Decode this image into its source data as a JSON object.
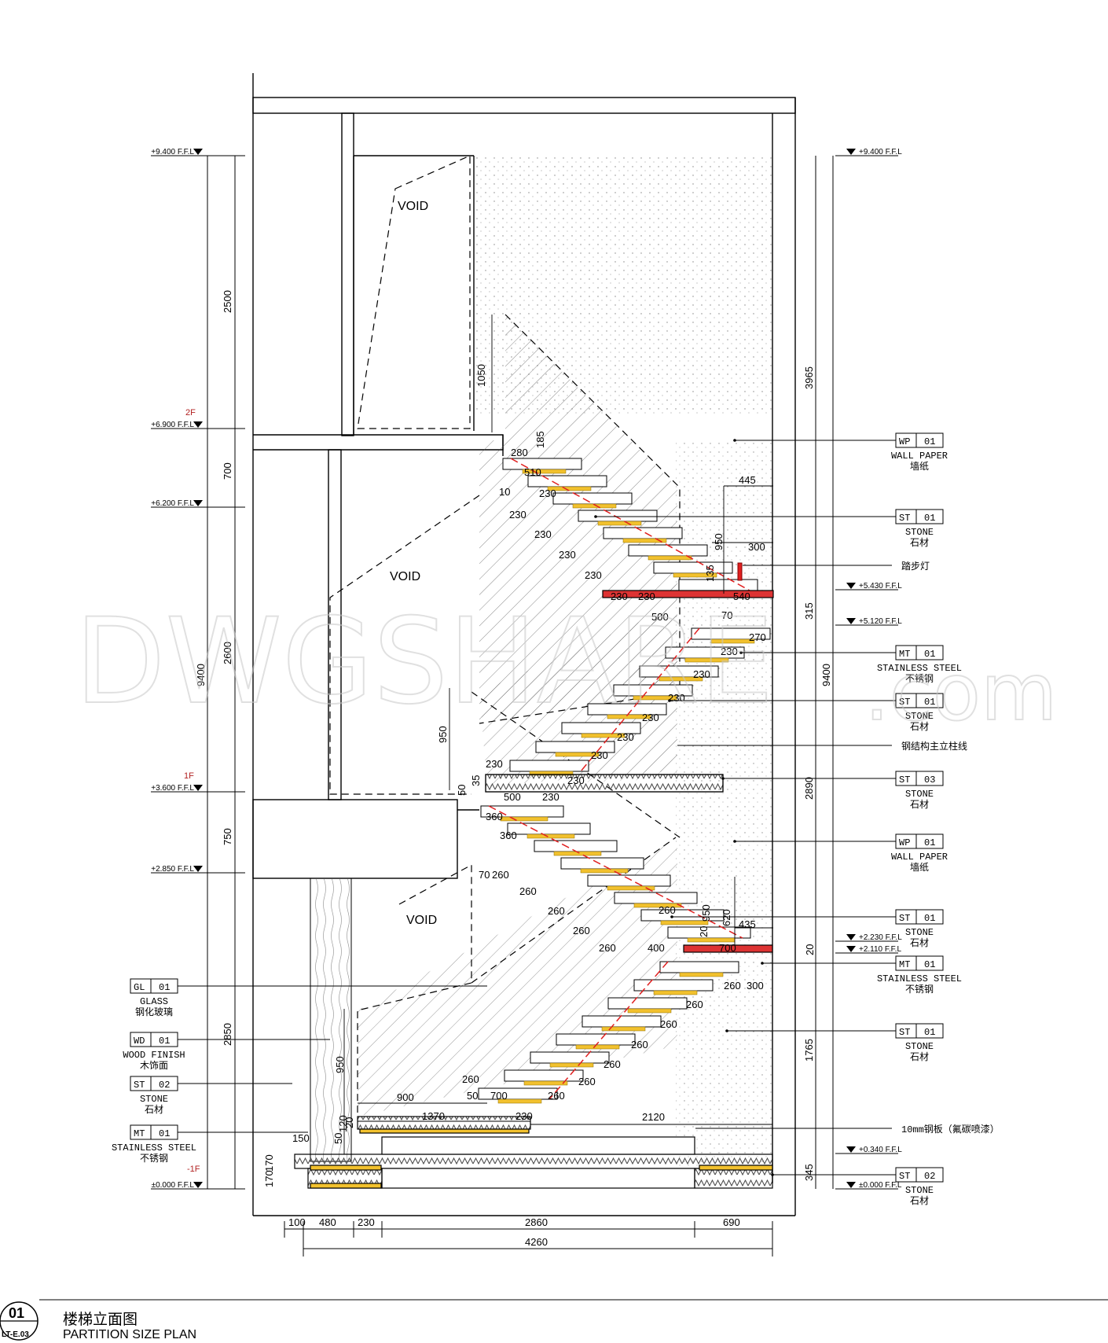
{
  "title": {
    "number": "01",
    "sheet": "LT-E.03",
    "name_cn": "楼梯立面图",
    "name_en": "PARTITION SIZE PLAN"
  },
  "watermark": {
    "text_main": "DWGSHARE",
    "text_suffix": ".com"
  },
  "voids": {
    "label": "VOID"
  },
  "floors": {
    "f2": "2F",
    "f1": "1F",
    "b1": "-1F"
  },
  "levels_left": [
    "+9.400 F.F.L",
    "+6.900 F.F.L",
    "+6.200 F.F.L",
    "+3.600 F.F.L",
    "+2.850 F.F.L",
    "±0.000 F.F.L"
  ],
  "levels_right": [
    "+9.400 F.F.L",
    "+5.430 F.F.L",
    "+5.120 F.F.L",
    "+2.230 F.F.L",
    "+2.110 F.F.L",
    "+0.340 F.F.L",
    "±0.000 F.F.L"
  ],
  "dims_left": [
    "2500",
    "700",
    "2600",
    "750",
    "2850",
    "9400"
  ],
  "dims_right": [
    "3965",
    "315",
    "2890",
    "1765",
    "345",
    "9400"
  ],
  "dims_bottom": [
    "100",
    "480",
    "230",
    "2860",
    "690",
    "4260"
  ],
  "dims_stair": {
    "d1050": "1050",
    "d185": "185",
    "d280": "280",
    "d510": "510",
    "d10": "10",
    "d230": "230",
    "d445": "445",
    "d950": "950",
    "d300": "300",
    "d135": "135",
    "d540": "540",
    "d500": "500",
    "d70": "70",
    "d270": "270",
    "d50": "50",
    "d35": "35",
    "d360": "360",
    "d260": "260",
    "d620": "620",
    "d435": "435",
    "d20": "20",
    "d400": "400",
    "d700": "700",
    "d900": "900",
    "d1370": "1370",
    "d2120": "2120",
    "d150": "150",
    "d170": "170",
    "d120": "120"
  },
  "tags_right": [
    {
      "code": "WP",
      "num": "01",
      "en": "WALL PAPER",
      "cn": "墙纸"
    },
    {
      "code": "ST",
      "num": "01",
      "en": "STONE",
      "cn": "石材"
    },
    {
      "code": "MT",
      "num": "01",
      "en": "STAINLESS STEEL",
      "cn": "不锈钢"
    },
    {
      "code": "ST",
      "num": "01",
      "en": "STONE",
      "cn": "石材"
    },
    {
      "code": "ST",
      "num": "03",
      "en": "STONE",
      "cn": "石材"
    },
    {
      "code": "WP",
      "num": "01",
      "en": "WALL PAPER",
      "cn": "墙纸"
    },
    {
      "code": "ST",
      "num": "01",
      "en": "STONE",
      "cn": "石材"
    },
    {
      "code": "MT",
      "num": "01",
      "en": "STAINLESS STEEL",
      "cn": "不锈钢"
    },
    {
      "code": "ST",
      "num": "01",
      "en": "STONE",
      "cn": "石材"
    },
    {
      "code": "ST",
      "num": "02",
      "en": "STONE",
      "cn": "石材"
    }
  ],
  "notes_right": {
    "step_light": "踏步灯",
    "column_line": "钢结构主立柱线",
    "steel_plate": "10mm钢板（氟碳喷漆）"
  },
  "tags_left": [
    {
      "code": "GL",
      "num": "01",
      "en": "GLASS",
      "cn": "钢化玻璃"
    },
    {
      "code": "WD",
      "num": "01",
      "en": "WOOD FINISH",
      "cn": "木饰面"
    },
    {
      "code": "ST",
      "num": "02",
      "en": "STONE",
      "cn": "石材"
    },
    {
      "code": "MT",
      "num": "01",
      "en": "STAINLESS STEEL",
      "cn": "不锈钢"
    }
  ],
  "colors": {
    "line": "#000000",
    "step_yellow": "#f2c12e",
    "axis_red": "#e02020",
    "floor_red": "#b22222"
  }
}
